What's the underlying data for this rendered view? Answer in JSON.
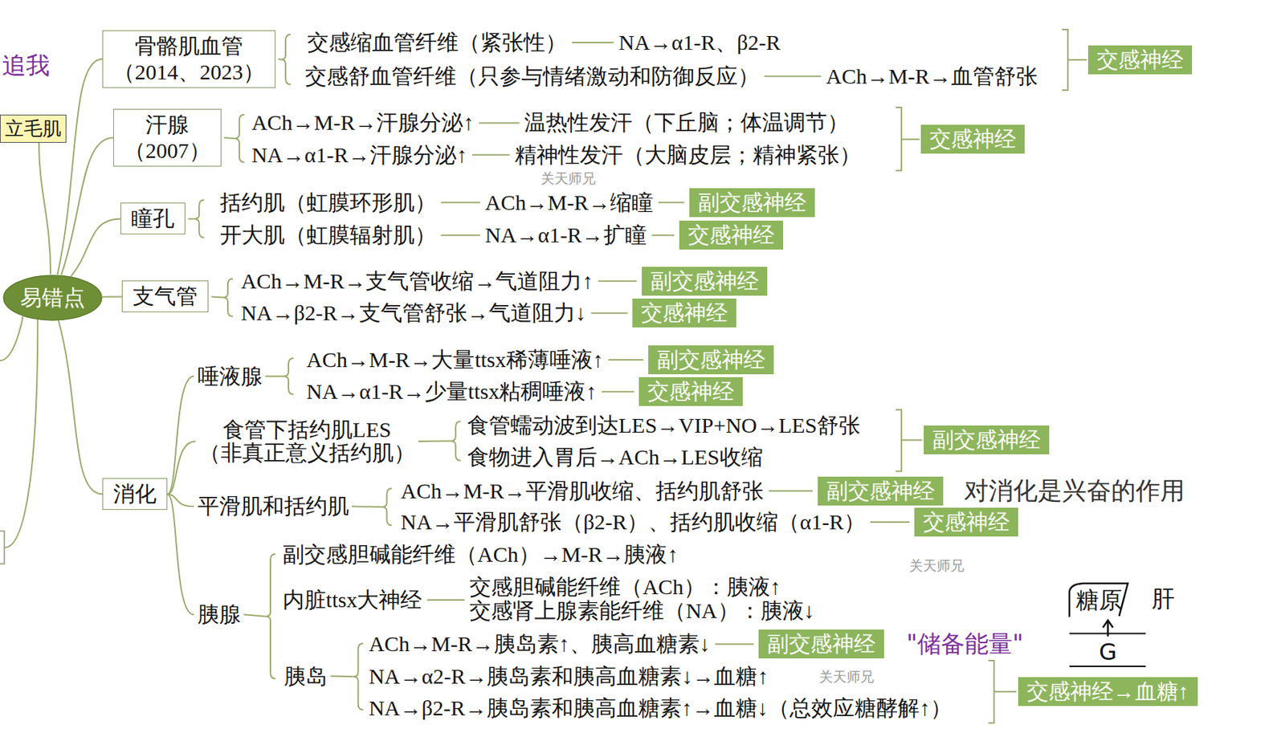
{
  "diagram": {
    "nodes": [
      {
        "text": [
          "易错点"
        ]
      },
      {
        "text": [
          "骨骼肌血管",
          "（2014、2023）"
        ]
      },
      {
        "text": [
          "汗腺",
          "（2007）"
        ]
      },
      {
        "text": [
          "瞳孔"
        ]
      },
      {
        "text": [
          "支气管"
        ]
      },
      {
        "text": [
          "消化"
        ]
      },
      {
        "text": [
          "立毛肌"
        ]
      },
      {
        "text": [
          "交感神经"
        ]
      },
      {
        "text": [
          "交感神经"
        ]
      },
      {
        "text": [
          "副交感神经"
        ]
      },
      {
        "text": [
          "交感神经"
        ]
      },
      {
        "text": [
          "副交感神经"
        ]
      },
      {
        "text": [
          "交感神经"
        ]
      },
      {
        "text": [
          "副交感神经"
        ]
      },
      {
        "text": [
          "交感神经"
        ]
      },
      {
        "text": [
          "副交感神经"
        ]
      },
      {
        "text": [
          "副交感神经"
        ]
      },
      {
        "text": [
          "交感神经"
        ]
      },
      {
        "text": [
          "副交感神经"
        ]
      },
      {
        "text": [
          "交感神经→血糖↑"
        ]
      },
      {
        "text": [
          "糖原"
        ]
      }
    ],
    "edges": [
      {
        "from": 0,
        "to": 1,
        "arrow": "none"
      },
      {
        "from": 0,
        "to": 2,
        "arrow": "none"
      },
      {
        "from": 0,
        "to": 3,
        "arrow": "none"
      },
      {
        "from": 0,
        "to": 4,
        "arrow": "none"
      },
      {
        "from": 0,
        "to": 5,
        "arrow": "none"
      },
      {
        "from": 0,
        "to": 6,
        "arrow": "none"
      }
    ],
    "labels": [
      "追我",
      "交感缩血管纤维（紧张性）",
      "NA→α1-R、β2-R",
      "交感舒血管纤维（只参与情绪激动和防御反应）",
      "ACh→M-R→血管舒张",
      "ACh→M-R→汗腺分泌↑",
      "温热性发汗（下丘脑；体温调节）",
      "NA→α1-R→汗腺分泌↑",
      "精神性发汗（大脑皮层；精神紧张）",
      "括约肌（虹膜环形肌）",
      "ACh→M-R→缩瞳",
      "开大肌（虹膜辐射肌）",
      "NA→α1-R→扩瞳",
      "ACh→M-R→支气管收缩→气道阻力↑",
      "NA→β2-R→支气管舒张→气道阻力↓",
      "唾液腺",
      "ACh→M-R→大量ttsx稀薄唾液↑",
      "NA→α1-R→少量ttsx粘稠唾液↑",
      "食管下括约肌LES",
      "（非真正意义括约肌）",
      "食管蠕动波到达LES→VIP+NO→LES舒张",
      "食物进入胃后→ACh→LES收缩",
      "平滑肌和括约肌",
      "ACh→M-R→平滑肌收缩、括约肌舒张",
      "对消化是兴奋的作用",
      "NA→平滑肌舒张（β2-R）、括约肌收缩（α1-R）",
      "胰腺",
      "副交感胆碱能纤维（ACh）→M-R→胰液↑",
      "内脏ttsx大神经",
      "交感胆碱能纤维（ACh）：胰液↑",
      "交感肾上腺素能纤维（NA）：胰液↓",
      "胰岛",
      "ACh→M-R→胰岛素↑、胰高血糖素↓",
      "\"储备能量\"",
      "NA→α2-R→胰岛素和胰高血糖素↓→血糖↑",
      "NA→β2-R→胰岛素和胰高血糖素↑→血糖↓（总效应糖酵解↑）",
      "肝",
      "G",
      "关天师兄",
      "关天师兄",
      "关天师兄"
    ]
  }
}
